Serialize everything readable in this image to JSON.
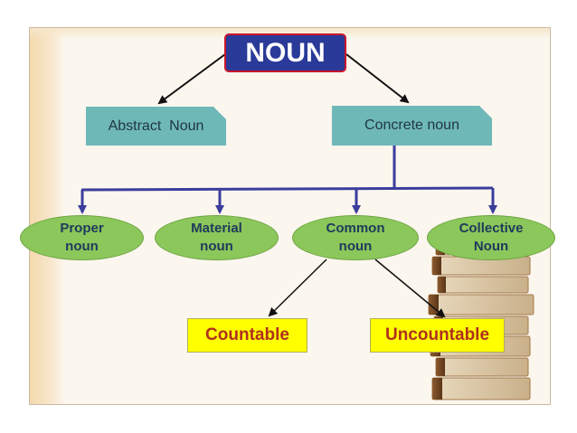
{
  "root": {
    "label": "NOUN"
  },
  "level1": {
    "abstract": "Abstract  Noun",
    "concrete": "Concrete noun"
  },
  "concrete_children": {
    "proper": [
      "Proper",
      "noun"
    ],
    "material": [
      "Material",
      "noun"
    ],
    "common": [
      "Common",
      "noun"
    ],
    "collective": [
      "Collective",
      "Noun"
    ]
  },
  "common_children": {
    "countable": "Countable",
    "uncountable": "Uncountable"
  },
  "colors": {
    "root_fill": "#2a3a98",
    "root_border": "#c8162c",
    "teal_box": "#6fb8b8",
    "oval_fill": "#8bc75a",
    "yellow_box": "#ffff00",
    "connector_blue": "#3b3d9c"
  },
  "decoration": {
    "image": "stack-of-books-picture"
  }
}
